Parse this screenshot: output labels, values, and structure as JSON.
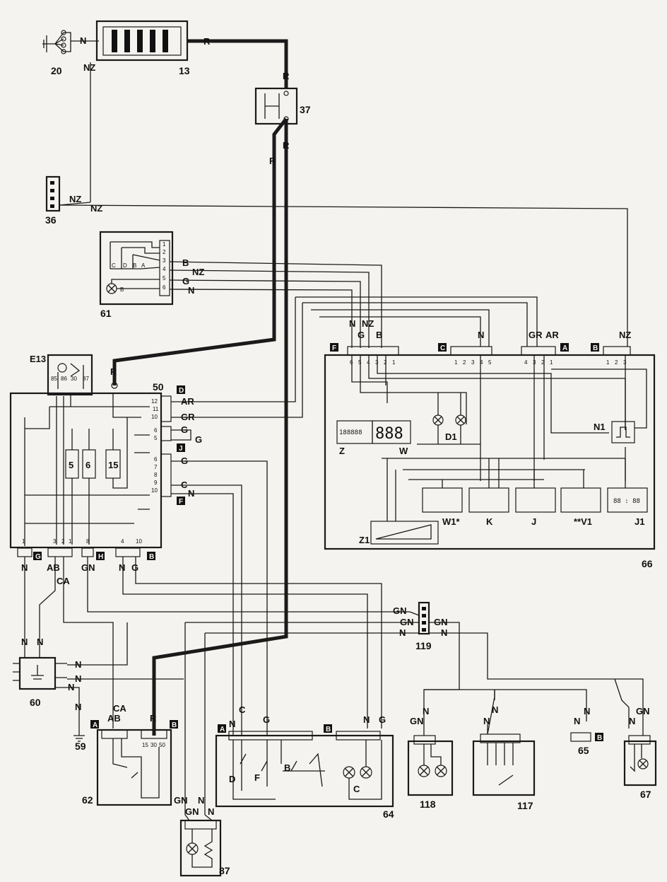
{
  "components": {
    "c13": "13",
    "c20": "20",
    "c36": "36",
    "c37": "37",
    "c50": "50",
    "c59": "59",
    "c60": "60",
    "c61": "61",
    "c62": "62",
    "c64": "64",
    "c65": "65",
    "c66": "66",
    "c67": "67",
    "c87": "87",
    "c117": "117",
    "c118": "118",
    "c119": "119",
    "e13": "E13"
  },
  "wire_labels": {
    "n": "N",
    "nz": "NZ",
    "r": "R",
    "b": "B",
    "g": "G",
    "ar": "AR",
    "gr": "GR",
    "c": "C",
    "ab": "AB",
    "ca": "CA",
    "gn": "GN"
  },
  "connectors": {
    "a": "A",
    "b": "B",
    "c": "C",
    "d": "D",
    "f": "F",
    "g": "G",
    "h": "H",
    "j": "J"
  },
  "cluster": {
    "displays": {
      "z": "Z",
      "w": "W",
      "d1": "D1",
      "n1": "N1",
      "w1": "W1*",
      "k": "K",
      "j": "J",
      "v1": "**V1",
      "j1": "J1",
      "z1": "Z1"
    },
    "odometer_text": "188888",
    "digits_text": "888",
    "clock_text": "88 : 88",
    "pins_f": [
      "6",
      "5",
      "4",
      "3",
      "2",
      "1"
    ],
    "pins_c": [
      "1",
      "2",
      "3",
      "4",
      "5"
    ],
    "pins_a": [
      "4",
      "3",
      "2",
      "1"
    ],
    "pins_b": [
      "1",
      "2",
      "3"
    ]
  },
  "fusebox": {
    "fuses": [
      "5",
      "6",
      "15"
    ],
    "pins_right": [
      "12",
      "11",
      "10",
      "6",
      "5",
      "6",
      "7",
      "8",
      "9",
      "10"
    ],
    "pins_bottom": [
      "1",
      "3",
      "2",
      "1",
      "8",
      "4",
      "10"
    ],
    "relay_pins": [
      "85",
      "86",
      "30",
      "87"
    ]
  },
  "switch61": {
    "letters": [
      "C",
      "D",
      "B",
      "A"
    ],
    "pins": [
      "1",
      "2",
      "3",
      "4",
      "5",
      "6"
    ],
    "lamp": "B"
  },
  "switch64": {
    "letters": [
      "D",
      "F",
      "B",
      "C"
    ]
  },
  "ignition62": {
    "pins": [
      "15",
      "30",
      "50"
    ]
  },
  "colors": {
    "ink": "#1a1a1a",
    "paper": "#f4f3ef"
  }
}
